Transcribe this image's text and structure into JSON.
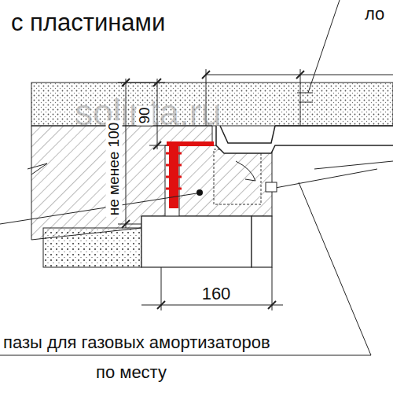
{
  "diagram": {
    "title": "с пластинами",
    "labels": [
      "ло",
      "solinta.ru",
      "не менее 100",
      "90",
      "160",
      "пазы для газовых амортизаторов",
      "по месту"
    ]
  }
}
